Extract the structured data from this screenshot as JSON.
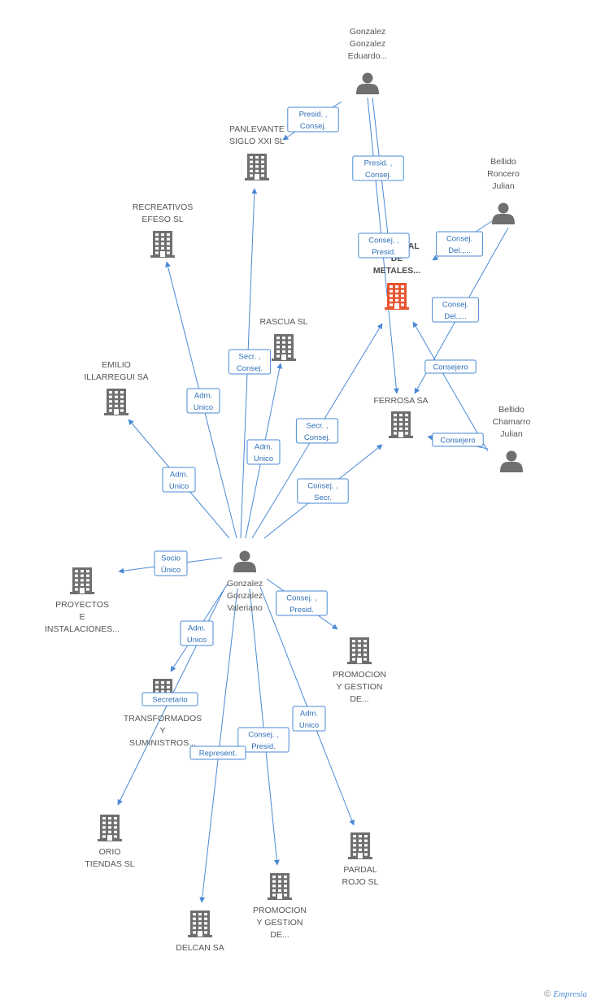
{
  "colors": {
    "edge": "#4a8ad4",
    "person": "#6f6f6f",
    "company": "#6f6f6f",
    "focus": "#e8552f"
  },
  "nodes": [
    {
      "id": "gge",
      "type": "person",
      "label": [
        "Gonzalez",
        "Gonzalez",
        "Eduardo..."
      ]
    },
    {
      "id": "pan",
      "type": "company",
      "label": [
        "PANLEVANTE",
        "SIGLO XXI SL"
      ]
    },
    {
      "id": "brj",
      "type": "person",
      "label": [
        "Bellido",
        "Roncero",
        "Julian"
      ]
    },
    {
      "id": "rec",
      "type": "company",
      "label": [
        "RECREATIVOS",
        "EFESO SL"
      ]
    },
    {
      "id": "nac",
      "type": "focus",
      "label": [
        "NACIONAL",
        "DE",
        "METALES..."
      ]
    },
    {
      "id": "ras",
      "type": "company",
      "label": [
        "RASCUA SL"
      ]
    },
    {
      "id": "emi",
      "type": "company",
      "label": [
        "EMILIO",
        "ILLARREGUI SA"
      ]
    },
    {
      "id": "fer",
      "type": "company",
      "label": [
        "FERROSA SA"
      ]
    },
    {
      "id": "bcj",
      "type": "person",
      "label": [
        "Bellido",
        "Chamarro",
        "Julian"
      ]
    },
    {
      "id": "ggv",
      "type": "person",
      "label": [
        "Gonzalez",
        "Gonzalez",
        "Valeriano"
      ]
    },
    {
      "id": "pro1",
      "type": "company",
      "label": [
        "PROYECTOS",
        "E",
        "INSTALACIONES..."
      ]
    },
    {
      "id": "prom1",
      "type": "company",
      "label": [
        "PROMOCION",
        "Y GESTION",
        "DE..."
      ]
    },
    {
      "id": "tra",
      "type": "company",
      "label": [
        "TRANSFORMADOS",
        "Y",
        "SUMINISTROS..."
      ]
    },
    {
      "id": "ori",
      "type": "company",
      "label": [
        "ORIO",
        "TIENDAS SL"
      ]
    },
    {
      "id": "par",
      "type": "company",
      "label": [
        "PARDAL",
        "ROJO SL"
      ]
    },
    {
      "id": "prom2",
      "type": "company",
      "label": [
        "PROMOCION",
        "Y GESTION",
        "DE..."
      ]
    },
    {
      "id": "del",
      "type": "company",
      "label": [
        "DELCAN SA"
      ]
    }
  ],
  "relations": [
    {
      "from": "gge",
      "to": "pan",
      "label": [
        "Presid. ,",
        "Consej."
      ]
    },
    {
      "from": "gge",
      "to": "fer",
      "label": [
        "Presid. ,",
        "Consej."
      ]
    },
    {
      "from": "gge",
      "to": "nac",
      "label": [
        "Consej. ,",
        "Presid."
      ]
    },
    {
      "from": "brj",
      "to": "nac",
      "label": [
        "Consej.",
        "Del.,..."
      ]
    },
    {
      "from": "brj",
      "to": "fer",
      "label": [
        "Consej.",
        "Del.,..."
      ]
    },
    {
      "from": "bcj",
      "to": "nac",
      "label": [
        "Consejero"
      ]
    },
    {
      "from": "bcj",
      "to": "fer",
      "label": [
        "Consejero"
      ]
    },
    {
      "from": "ggv",
      "to": "pan",
      "label": [
        "Secr. ,",
        "Consej."
      ]
    },
    {
      "from": "ggv",
      "to": "rec",
      "label": [
        "Adm.",
        "Unico"
      ]
    },
    {
      "from": "ggv",
      "to": "ras",
      "label": [
        "Adm.",
        "Unico"
      ]
    },
    {
      "from": "ggv",
      "to": "nac",
      "label": [
        "Secr. ,",
        "Consej."
      ]
    },
    {
      "from": "ggv",
      "to": "emi",
      "label": [
        "Adm.",
        "Unico"
      ]
    },
    {
      "from": "ggv",
      "to": "fer",
      "label": [
        "Consej. ,",
        "Secr."
      ]
    },
    {
      "from": "ggv",
      "to": "pro1",
      "label": [
        "Socio",
        "Único"
      ]
    },
    {
      "from": "ggv",
      "to": "prom1",
      "label": [
        "Consej. ,",
        "Presid."
      ]
    },
    {
      "from": "ggv",
      "to": "tra",
      "label": [
        "Adm.",
        "Unico"
      ]
    },
    {
      "from": "ggv",
      "to": "ori",
      "label": [
        "Secretario"
      ]
    },
    {
      "from": "ggv",
      "to": "par",
      "label": [
        "Adm.",
        "Unico"
      ]
    },
    {
      "from": "ggv",
      "to": "prom2",
      "label": [
        "Consej. ,",
        "Presid."
      ]
    },
    {
      "from": "ggv",
      "to": "del",
      "label": [
        "Represent."
      ]
    }
  ],
  "footer": {
    "copyright_symbol": "©",
    "brand": "Empresia"
  }
}
